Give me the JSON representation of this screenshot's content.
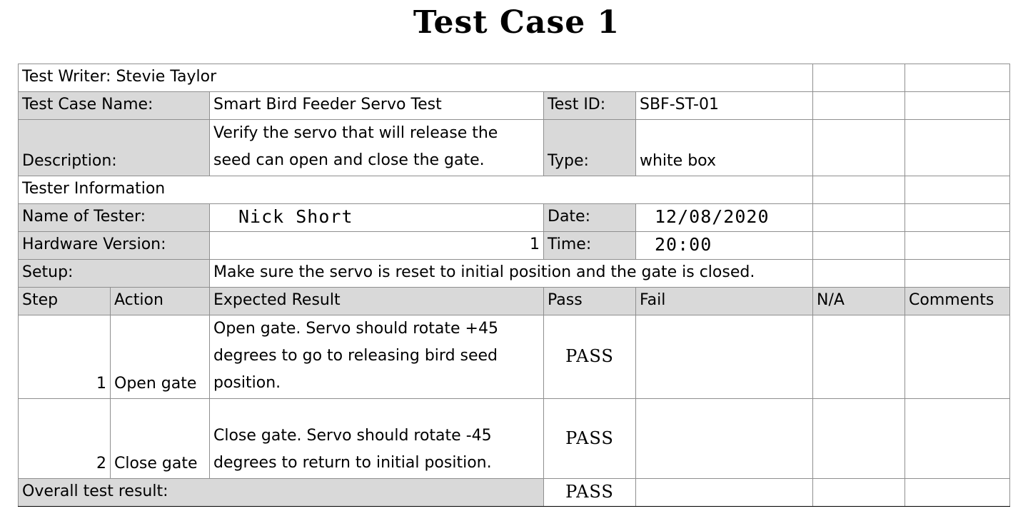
{
  "title": "Test Case 1",
  "header": {
    "test_writer": "Test Writer: Stevie Taylor",
    "test_case_name_label": "Test Case Name:",
    "test_case_name": "Smart Bird Feeder Servo Test",
    "test_id_label": "Test ID:",
    "test_id": "SBF-ST-01",
    "description_label": "Description:",
    "description": "Verify the servo that will release the seed can open and close the gate.",
    "type_label": "Type:",
    "type": "white box",
    "tester_information": "Tester Information",
    "name_of_tester_label": "Name of Tester:",
    "name_of_tester": "Nick Short",
    "date_label": "Date:",
    "date": "12/08/2020",
    "hardware_version_label": "Hardware Version:",
    "hardware_version": "1",
    "time_label": "Time:",
    "time": "20:00",
    "setup_label": "Setup:",
    "setup": "Make sure the servo is reset to initial position and the gate is closed."
  },
  "columns": {
    "step": "Step",
    "action": "Action",
    "expected": "Expected Result",
    "pass": "Pass",
    "fail": "Fail",
    "na": "N/A",
    "comments": "Comments"
  },
  "steps": [
    {
      "step": "1",
      "action": "Open gate",
      "expected": "Open gate. Servo should rotate +45 degrees to go to releasing bird seed position.",
      "pass": "PASS"
    },
    {
      "step": "2",
      "action": "Close gate",
      "expected": "Close gate. Servo should rotate -45 degrees to return to initial position.",
      "pass": "PASS"
    }
  ],
  "overall": {
    "label": "Overall test result:",
    "result": "PASS"
  }
}
